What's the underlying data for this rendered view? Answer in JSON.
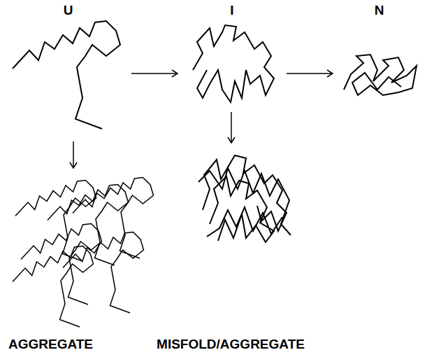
{
  "diagram": {
    "nodes": [
      {
        "text": [
          "U"
        ]
      },
      {
        "text": [
          "I"
        ]
      },
      {
        "text": [
          "N"
        ]
      },
      {
        "text": [
          "AGGREGATE"
        ]
      },
      {
        "text": [
          "MISFOLD/AGGREGATE"
        ]
      }
    ],
    "edges": [
      {
        "from": 0,
        "to": 1,
        "arrow": "to"
      },
      {
        "from": 1,
        "to": 2,
        "arrow": "to"
      },
      {
        "from": 0,
        "to": 3,
        "arrow": "to"
      },
      {
        "from": 1,
        "to": 4,
        "arrow": "to"
      }
    ]
  }
}
